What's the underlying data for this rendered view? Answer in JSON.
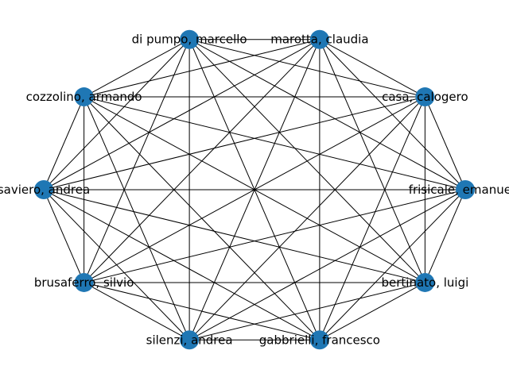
{
  "graph": {
    "layout": "circular",
    "connectivity": "complete",
    "node_color": "#1f77b4",
    "edge_color": "#000000",
    "nodes": [
      {
        "id": "frisicale",
        "label": "frisicale, emanuela"
      },
      {
        "id": "casa",
        "label": "casa, calogero"
      },
      {
        "id": "marotta",
        "label": "marotta, claudia"
      },
      {
        "id": "di-pumpo",
        "label": "di pumpo, marcello"
      },
      {
        "id": "cozzolino",
        "label": "cozzolino, armando"
      },
      {
        "id": "saviero",
        "label": "saviero, andrea"
      },
      {
        "id": "brusaferro",
        "label": "brusaferro, silvio"
      },
      {
        "id": "silenzi",
        "label": "silenzi, andrea"
      },
      {
        "id": "gabbrielli",
        "label": "gabbrielli, francesco"
      },
      {
        "id": "bertinato",
        "label": "bertinato, luigi"
      }
    ]
  }
}
